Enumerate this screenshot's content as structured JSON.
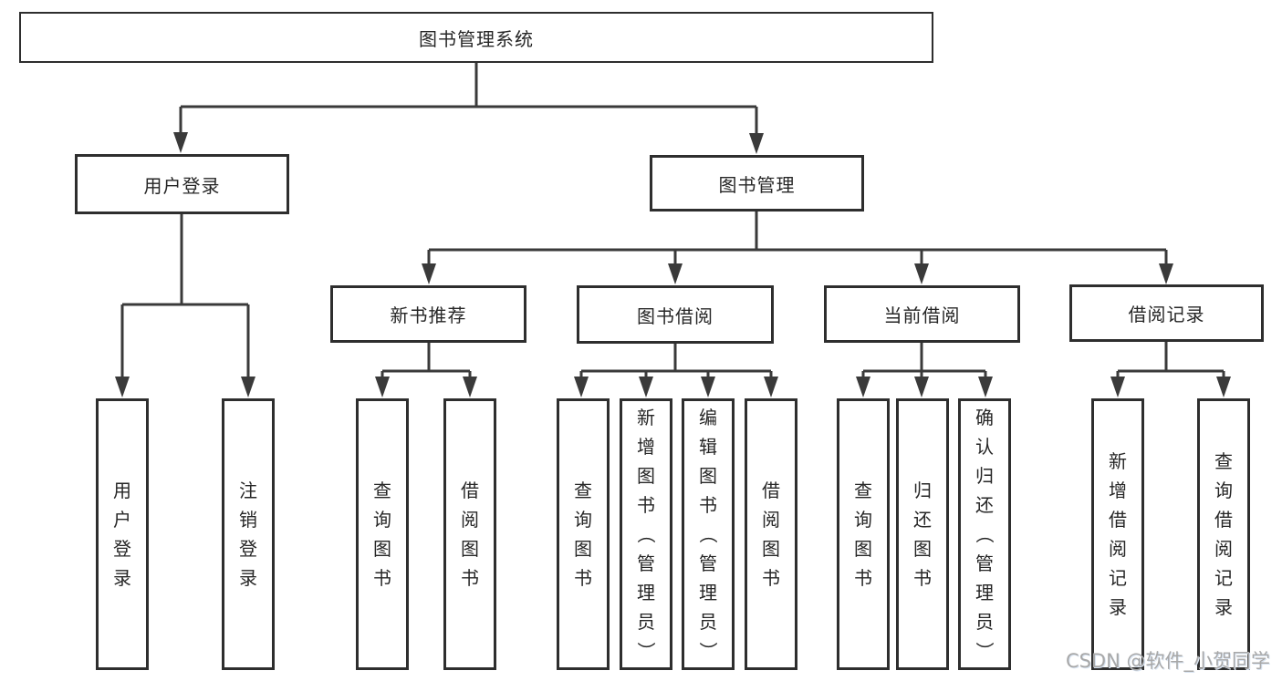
{
  "diagram": {
    "root": {
      "label": "图书管理系统"
    },
    "level2": [
      {
        "label": "用户登录"
      },
      {
        "label": "图书管理"
      }
    ],
    "level3": [
      {
        "label": "新书推荐"
      },
      {
        "label": "图书借阅"
      },
      {
        "label": "当前借阅"
      },
      {
        "label": "借阅记录"
      }
    ],
    "leaves": [
      {
        "label": "用户登录"
      },
      {
        "label": "注销登录"
      },
      {
        "label": "查询图书"
      },
      {
        "label": "借阅图书"
      },
      {
        "label": "查询图书"
      },
      {
        "label": "新增图书（管理员）"
      },
      {
        "label": "编辑图书（管理员）"
      },
      {
        "label": "借阅图书"
      },
      {
        "label": "查询图书"
      },
      {
        "label": "归还图书"
      },
      {
        "label": "确认归还（管理员）"
      },
      {
        "label": "新增借阅记录"
      },
      {
        "label": "查询借阅记录"
      }
    ]
  },
  "watermark": {
    "text": "CSDN @软件_小贺同学"
  },
  "colors": {
    "line": "#3a3a3a",
    "box_border": "#2e2e2e",
    "text": "#262626",
    "watermark": "#a8a8a8",
    "background": "#ffffff"
  }
}
